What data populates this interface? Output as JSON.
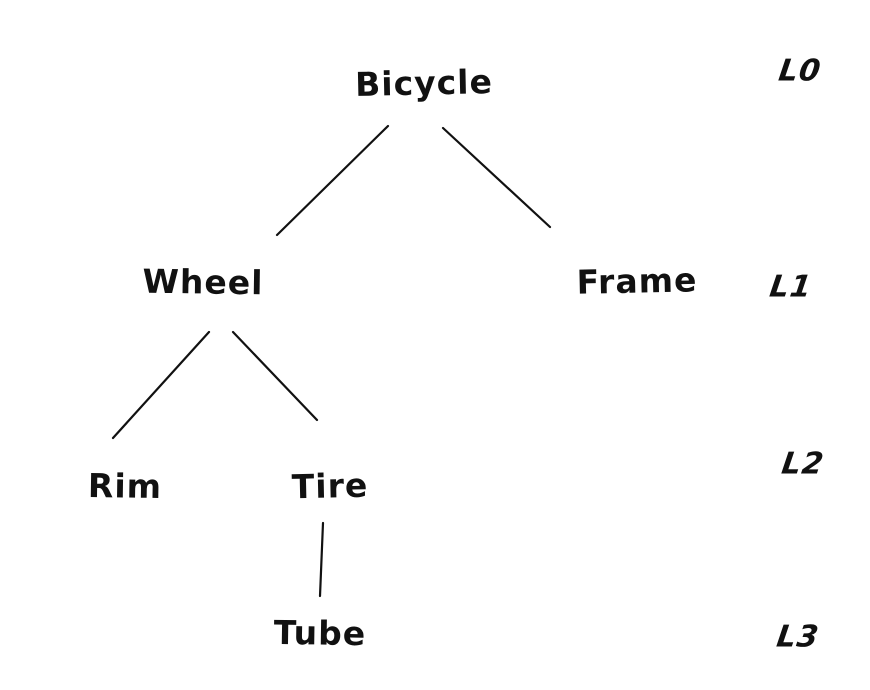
{
  "diagram": {
    "type": "tree",
    "nodes": [
      {
        "id": "bicycle",
        "label": "Bicycle",
        "level": "L0"
      },
      {
        "id": "wheel",
        "label": "Wheel",
        "level": "L1"
      },
      {
        "id": "frame",
        "label": "Frame",
        "level": "L1"
      },
      {
        "id": "rim",
        "label": "Rim",
        "level": "L2"
      },
      {
        "id": "tire",
        "label": "Tire",
        "level": "L2"
      },
      {
        "id": "tube",
        "label": "Tube",
        "level": "L3"
      }
    ],
    "edges": [
      {
        "from": "Bicycle",
        "to": "Wheel"
      },
      {
        "from": "Bicycle",
        "to": "Frame"
      },
      {
        "from": "Wheel",
        "to": "Rim"
      },
      {
        "from": "Wheel",
        "to": "Tire"
      },
      {
        "from": "Tire",
        "to": "Tube"
      }
    ],
    "level_labels": [
      "L0",
      "L1",
      "L2",
      "L3"
    ]
  },
  "colors": {
    "ink": "#111111",
    "background": "#ffffff"
  }
}
